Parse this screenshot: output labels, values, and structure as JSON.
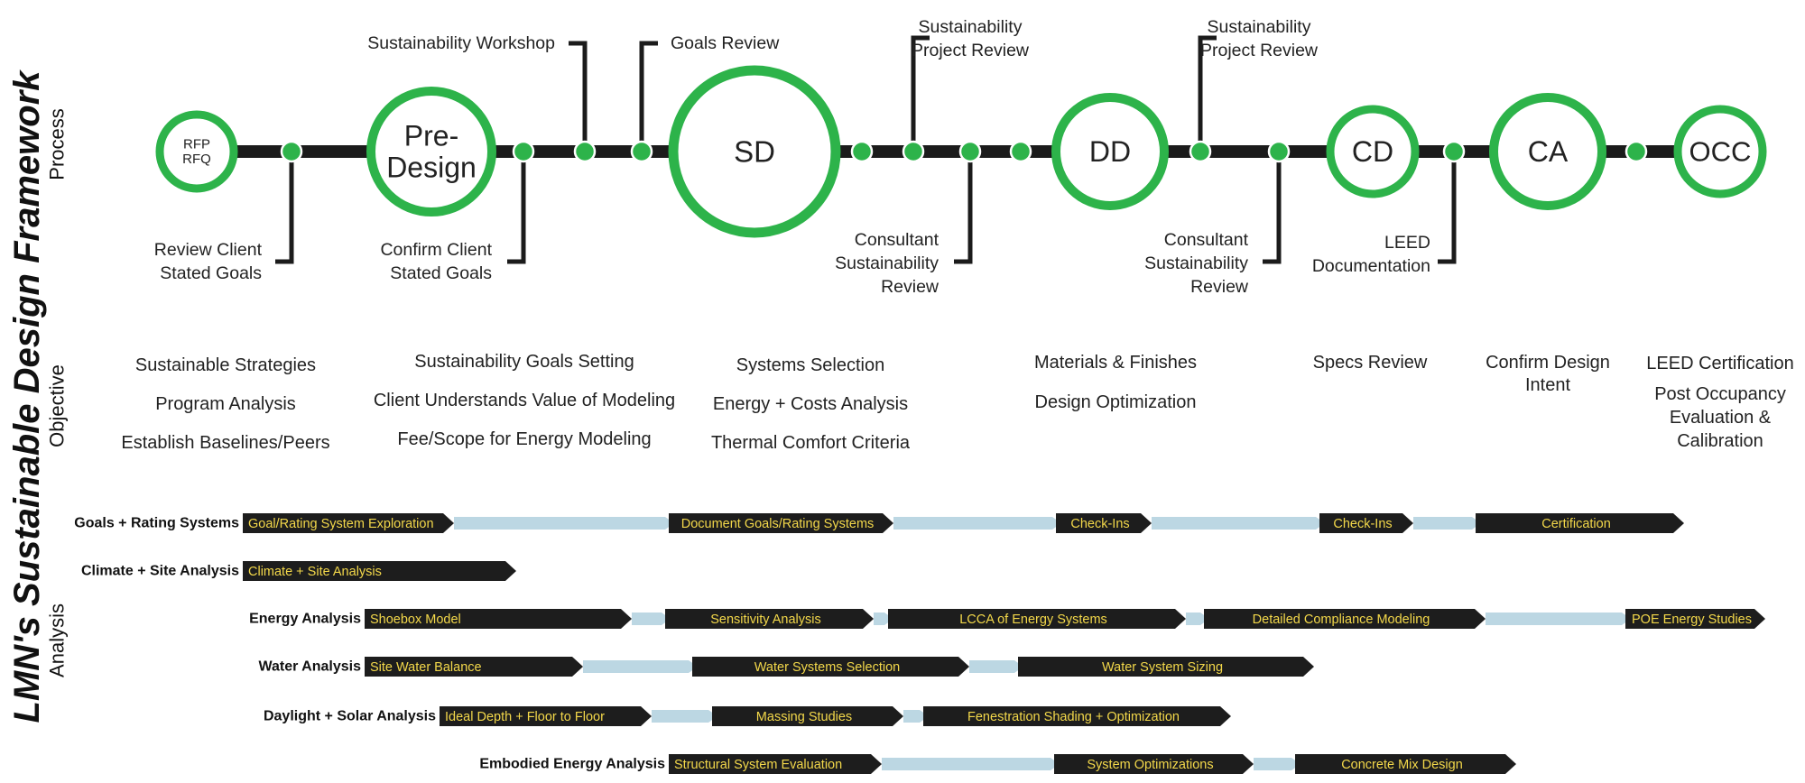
{
  "title": "LMN's Sustainable Design Framework",
  "sections": {
    "process": "Process",
    "objective": "Objective",
    "analysis": "Analysis"
  },
  "colors": {
    "accent": "#2db34a",
    "track": "#1b1b1b",
    "connector": "#bcd7e3",
    "bar": "#1d1d1d",
    "bar_text": "#f3d84a"
  },
  "phases": [
    {
      "id": "rfp",
      "lines": [
        "RFP",
        "RFQ"
      ]
    },
    {
      "id": "predesign",
      "lines": [
        "Pre-",
        "Design"
      ]
    },
    {
      "id": "sd",
      "lines": [
        "SD"
      ]
    },
    {
      "id": "dd",
      "lines": [
        "DD"
      ]
    },
    {
      "id": "cd",
      "lines": [
        "CD"
      ]
    },
    {
      "id": "ca",
      "lines": [
        "CA"
      ]
    },
    {
      "id": "occ",
      "lines": [
        "OCC"
      ]
    }
  ],
  "milestones": [
    {
      "id": "review-client-goals",
      "lines": [
        "Review Client",
        "Stated Goals"
      ]
    },
    {
      "id": "confirm-client-goals",
      "lines": [
        "Confirm Client",
        "Stated Goals"
      ]
    },
    {
      "id": "sustainability-workshop",
      "lines": [
        "Sustainability Workshop"
      ]
    },
    {
      "id": "goals-review",
      "lines": [
        "Goals Review"
      ]
    },
    {
      "id": "sustainability-project-review-1",
      "lines": [
        "Sustainability",
        "Project Review"
      ]
    },
    {
      "id": "consultant-review-1",
      "lines": [
        "Consultant",
        "Sustainability",
        "Review"
      ]
    },
    {
      "id": "sustainability-project-review-2",
      "lines": [
        "Sustainability",
        "Project Review"
      ]
    },
    {
      "id": "consultant-review-2",
      "lines": [
        "Consultant",
        "Sustainability",
        "Review"
      ]
    },
    {
      "id": "leed-documentation",
      "lines": [
        "LEED",
        "Documentation"
      ]
    }
  ],
  "objectives": [
    {
      "id": "rfp",
      "items": [
        "Sustainable Strategies",
        "Program Analysis",
        "Establish Baselines/Peers"
      ]
    },
    {
      "id": "predesign",
      "items": [
        "Sustainability Goals Setting",
        "Client Understands Value of Modeling",
        "Fee/Scope for Energy Modeling"
      ]
    },
    {
      "id": "sd",
      "items": [
        "Systems Selection",
        "Energy + Costs Analysis",
        "Thermal Comfort Criteria"
      ]
    },
    {
      "id": "dd",
      "items": [
        "Materials & Finishes",
        "Design Optimization"
      ]
    },
    {
      "id": "cd",
      "items": [
        "Specs Review"
      ]
    },
    {
      "id": "ca",
      "items": [
        "Confirm Design",
        "Intent"
      ]
    },
    {
      "id": "occ",
      "items": [
        "LEED Certification",
        "Post Occupancy",
        "Evaluation &",
        "Calibration"
      ]
    }
  ],
  "analysis_rows": [
    {
      "id": "goals",
      "label": "Goals + Rating Systems",
      "bars": [
        "Goal/Rating System Exploration",
        "Document Goals/Rating Systems",
        "Check-Ins",
        "Check-Ins",
        "Certification"
      ]
    },
    {
      "id": "climate",
      "label": "Climate + Site Analysis",
      "bars": [
        "Climate + Site Analysis"
      ]
    },
    {
      "id": "energy",
      "label": "Energy Analysis",
      "bars": [
        "Shoebox Model",
        "Sensitivity Analysis",
        "LCCA of Energy Systems",
        "Detailed Compliance Modeling",
        "POE Energy Studies"
      ]
    },
    {
      "id": "water",
      "label": "Water Analysis",
      "bars": [
        "Site Water Balance",
        "Water Systems Selection",
        "Water System Sizing"
      ]
    },
    {
      "id": "daylight",
      "label": "Daylight + Solar Analysis",
      "bars": [
        "Ideal Depth + Floor to Floor",
        "Massing Studies",
        "Fenestration Shading + Optimization"
      ]
    },
    {
      "id": "embodied",
      "label": "Embodied Energy Analysis",
      "bars": [
        "Structural System Evaluation",
        "System Optimizations",
        "Concrete Mix Design"
      ]
    }
  ]
}
